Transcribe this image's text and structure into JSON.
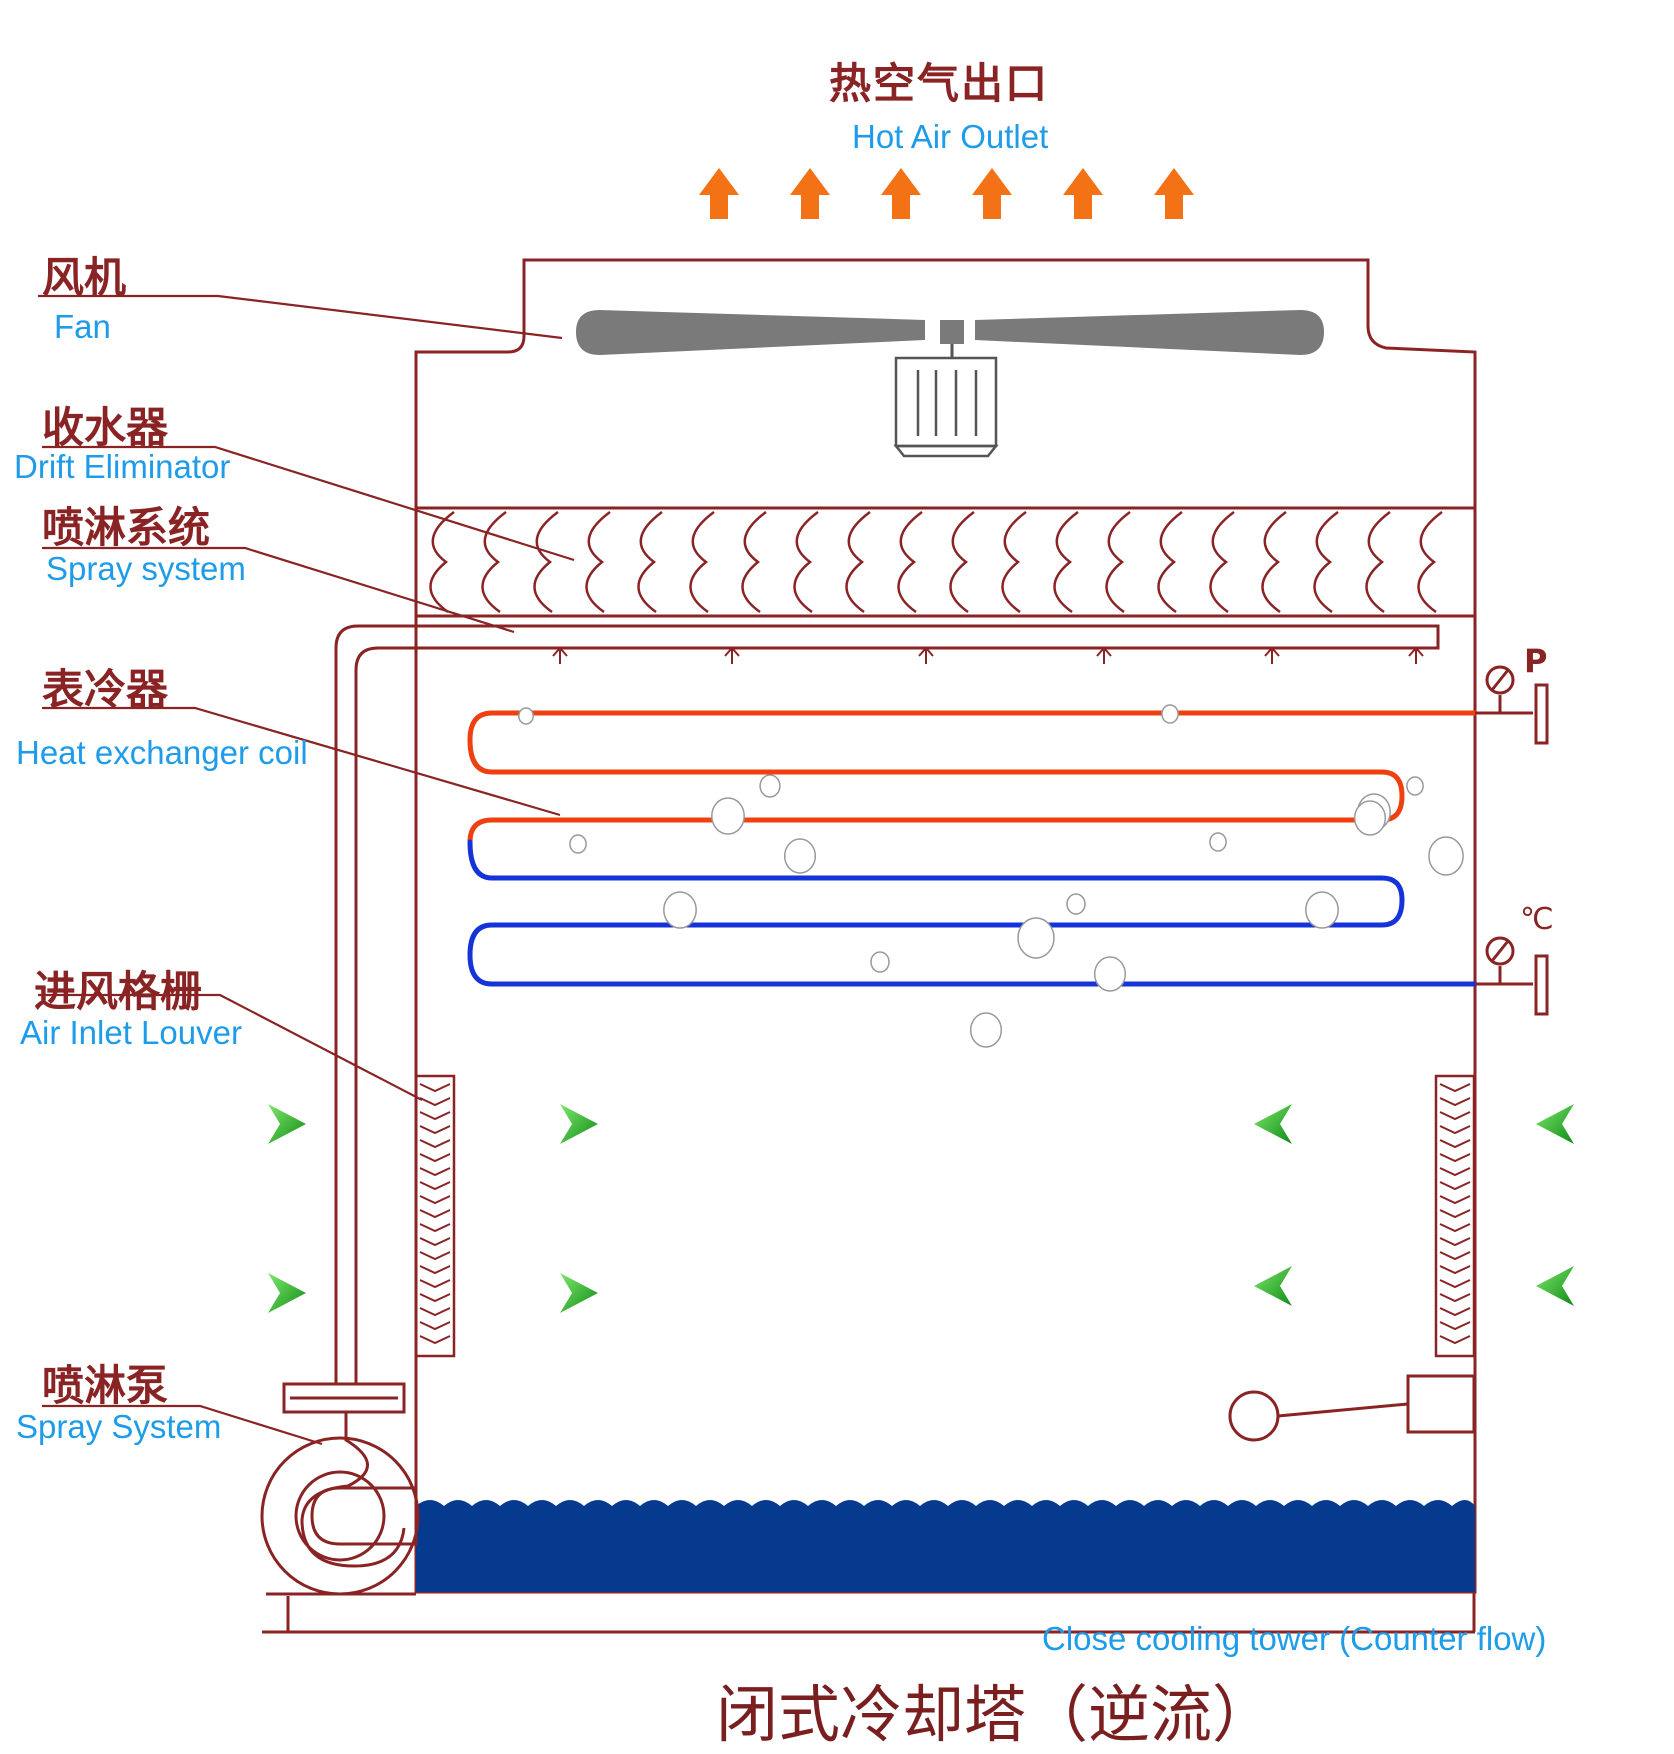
{
  "outlet": {
    "zh": "热空气出口",
    "en": "Hot Air Outlet"
  },
  "labels": {
    "fan": {
      "zh": "风机",
      "en": "Fan"
    },
    "drift_eliminator": {
      "zh": "收水器",
      "en": "Drift Eliminator"
    },
    "spray_system": {
      "zh": "喷淋系统",
      "en": "Spray system"
    },
    "heat_exchanger_coil": {
      "zh": "表冷器",
      "en": "Heat exchanger coil"
    },
    "air_inlet_louver": {
      "zh": "进风格栅",
      "en": "Air Inlet Louver"
    },
    "spray_pump": {
      "zh": "喷淋泵",
      "en": "Spray System"
    }
  },
  "gauges": {
    "pressure": "P",
    "temperature": "℃"
  },
  "caption": {
    "en": "Close cooling tower (Counter flow)",
    "zh": "闭式冷却塔（逆流）"
  },
  "colors": {
    "outline": "#8a2424",
    "hot_pipe": "#ee4010",
    "cold_pipe": "#1433d8",
    "water": "#063a8e",
    "air_out_arrow": "#f47216",
    "air_in_arrow": "#2db81f",
    "fan": "#7a7a7a",
    "en_text": "#1e9ce9"
  }
}
